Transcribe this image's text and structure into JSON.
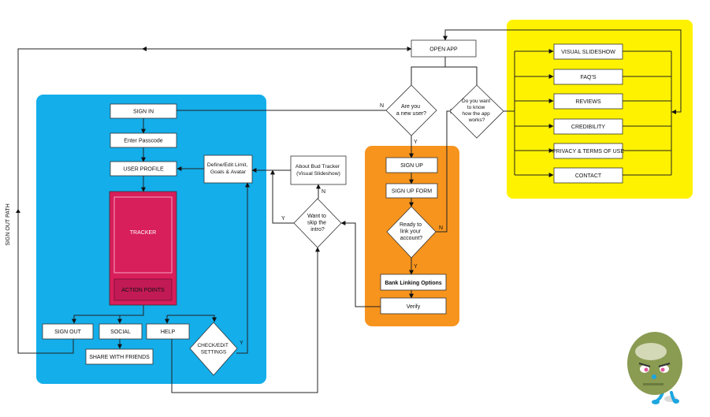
{
  "nodes": {
    "open_app": "OPEN APP",
    "new_user_q": [
      "Are you",
      "a new user?"
    ],
    "know_app_q": [
      "Do you want",
      "to know",
      "how the app",
      "works?"
    ],
    "visual_slideshow": "VISUAL SLIDESHOW",
    "faqs": "FAQ'S",
    "reviews": "REVIEWS",
    "credibility": "CREDIBILITY",
    "privacy_terms": "PRIVACY & TERMS OF USE",
    "contact": "CONTACT",
    "sign_in": "SIGN IN",
    "enter_passcode": "Enter Passcode",
    "user_profile": "USER PROFILE",
    "tracker": "TRACKER",
    "action_points": "ACTION POINTS",
    "define_edit": [
      "Define/Edit Limit,",
      "Goals & Avatar"
    ],
    "about_bud_tracker": [
      "About Bud Tracker",
      "(Visual Slideshow)"
    ],
    "skip_intro_q": [
      "Want to",
      "skip the",
      "intro?"
    ],
    "sign_up": "SIGN UP",
    "sign_up_form": "SIGN UP FORM",
    "ready_link_q": [
      "Ready to",
      "link your",
      "account?"
    ],
    "bank_linking": "Bank Linking Options",
    "verify": "Verify",
    "sign_out": "SIGN OUT",
    "social": "SOCIAL",
    "help": "HELP",
    "check_edit": [
      "CHECK/EDIT",
      "SETTINGS"
    ],
    "share_friends": "SHARE WITH FRIENDS"
  },
  "edge_labels": {
    "n_new_user": "N",
    "y_new_user": "Y",
    "n_skip": "N",
    "y_skip": "Y",
    "n_ready": "N",
    "y_ready": "Y",
    "y_check": "Y"
  },
  "side_label": "SIGN OUT PATH",
  "colors": {
    "blue_region": "#14aeea",
    "orange_region": "#f7941d",
    "yellow_region": "#fff200",
    "tracker": "#d81e5b",
    "action_points": "#c11a55"
  },
  "mascot": {
    "name": "mascot-character"
  }
}
